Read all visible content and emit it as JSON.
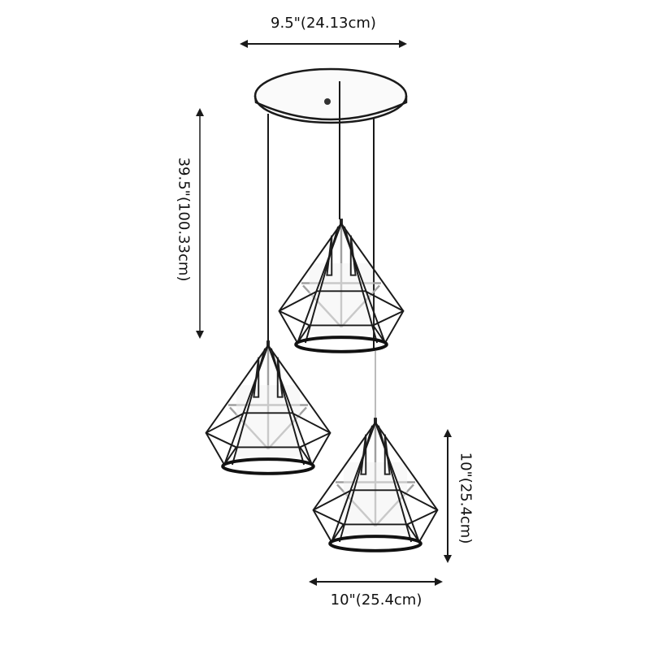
{
  "diagram": {
    "subject": "Three-light diamond cage pendant with round canopy",
    "dimensions": {
      "canopy_width": "9.5\"(24.13cm)",
      "overall_height": "39.5\"(100.33cm)",
      "shade_height": "10\"(25.4cm)",
      "shade_width": "10\"(25.4cm)"
    },
    "colors": {
      "line": "#1a1a1a",
      "inner_frame": "#9a9a9a",
      "background": "#ffffff"
    }
  }
}
